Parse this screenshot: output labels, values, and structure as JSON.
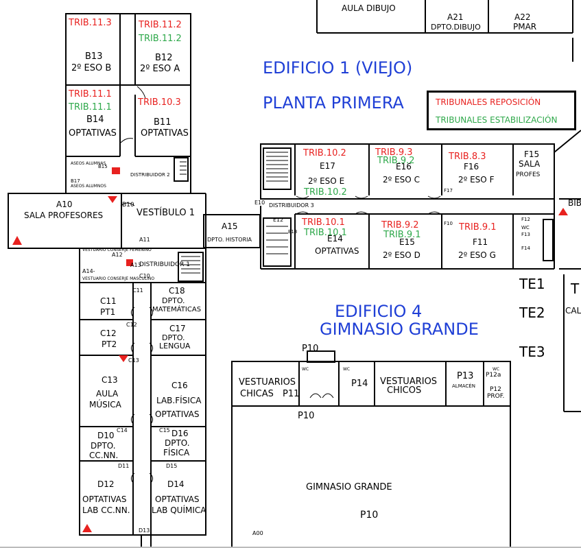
{
  "headings": {
    "edificio1": "EDIFICIO  1  (VIEJO)",
    "planta": "PLANTA  PRIMERA",
    "edificio4": "EDIFICIO  4",
    "gimnasio": "GIMNASIO  GRANDE"
  },
  "legend": {
    "reposicion": "TRIBUNALES REPOSICIÓN",
    "estabilizacion": "TRIBUNALES ESTABILIZACIÓN"
  },
  "colors": {
    "heading": "#1f3fd6",
    "reposicion": "#e8211f",
    "estabilizacion": "#2ea84a",
    "walls": "#000000",
    "marker": "#e8211f"
  },
  "rooms": {
    "aula_dibujo": "AULA DIBUJO",
    "a21": "A21",
    "dpto_dibujo": "DPTO.DIBUJO",
    "a22": "A22",
    "pmar": "PMAR",
    "b13": "B13",
    "b13_desc": "2º ESO  B",
    "b12": "B12",
    "b12_desc": "2º  ESO  A",
    "b14": "B14",
    "b14_desc": "OPTATIVAS",
    "b11": "B11",
    "b11_desc": "OPTATIVAS",
    "aseos_alumnas": "ASEOS ALUMNAS",
    "b15": "B15",
    "aseos_alumnos": "ASEOS ALUMNOS",
    "b17": "B17",
    "distribuidor2": "DISTRIBUIDOR 2",
    "b10": "B10",
    "a10": "A10",
    "sala_profesores": "SALA PROFESORES",
    "vestibulo": "VESTÍBULO  1",
    "a15": "A15",
    "dpto_historia": "DPTO. HISTORIA",
    "e10": "E10",
    "distribuidor3": "DISTRIBUIDOR 3",
    "e17": "E17",
    "e17_desc": "2º  ESO  E",
    "e16": "E16",
    "e16_desc": "2º  ESO  C",
    "f16": "F16",
    "f16_desc": "2º  ESO  F",
    "f17": "F17",
    "f15": "F15",
    "f15_sala": "SALA",
    "f15_profes": "PROFES",
    "bib_abbr": "BIB",
    "e12": "E12",
    "e13": "E13",
    "e14": "E14",
    "e14_desc": "OPTATIVAS",
    "e15": "E15",
    "e15_desc": "2º  ESO  D",
    "f10": "F10",
    "f11": "F11",
    "f11_desc": "2º  ESO  G",
    "f12": "F12",
    "f13": "F13",
    "f14": "F14",
    "wc": "WC",
    "a11": "A11",
    "vest_conserje_fem": "VESTUARIO CONSERJE FEMENINO",
    "a12": "A12",
    "a13": "A13",
    "distribuidor1": "DISTRIBUIDOR 1",
    "a14": "A14-",
    "vest_conserje_masc": "VESTUARIO CONSERJE MASCULINO",
    "c10": "C10",
    "c11_door": "C11",
    "c11": "C11",
    "pt1": "PT1",
    "c18": "C18",
    "dpto_mat": "DPTO.",
    "matematicas": "MATEMÁTICAS",
    "c12_door": "C12",
    "c12": "C12",
    "pt2": "PT2",
    "c17": "C17",
    "dpto_len": "DPTO.",
    "lengua": "LENGUA",
    "c13_door": "C13",
    "c13": "C13",
    "aula": "AULA",
    "musica": "MÚSICA",
    "c16": "C16",
    "lab_fisica": "LAB.FÍSICA",
    "optativas_c16": "OPTATIVAS",
    "c14": "C14",
    "c15": "C15",
    "d10": "D10",
    "dpto_ccnn": "DPTO.",
    "ccnn": "CC.NN.",
    "d16": "D16",
    "dpto_fis": "DPTO.",
    "fisica": "FÍSICA",
    "d11": "D11",
    "d15": "D15",
    "d12": "D12",
    "optativas_d12": "OPTATIVAS",
    "lab_ccnn": "LAB CC.NN.",
    "d14": "D14",
    "optativas_d14": "OPTATIVAS",
    "lab_quimica": "LAB QUÍMICA",
    "d13": "D13",
    "te1": "TE1",
    "te2": "TE2",
    "te3": "TE3",
    "cal_abbr": "CAL",
    "t_abbr": "T",
    "p10_top": "P10",
    "p10_mid": "P10",
    "vest_chicas": "VESTUARIOS",
    "chicas": "CHICAS",
    "p11": "P11",
    "p14": "P14",
    "vest_chicos": "VESTUARIOS",
    "chicos": "CHICOS",
    "p13": "P13",
    "almacen": "ALMACÉN",
    "p12a": "P12a",
    "p12": "P12",
    "prof": "PROF.",
    "gimnasio_grande": "GIMNASIO  GRANDE",
    "p10_big": "P10",
    "a00": "A00"
  },
  "tribunals": {
    "reposicion": [
      "TRIB.11.3",
      "TRIB.11.2",
      "TRIB.11.1",
      "TRIB.10.3",
      "TRIB.10.2",
      "TRIB.9.3",
      "TRIB.8.3",
      "TRIB.10.1",
      "TRIB.9.2",
      "TRIB.9.1"
    ],
    "estabilizacion": [
      "TRIB.11.2",
      "TRIB.11.1",
      "TRIB.9.2",
      "TRIB.10.2",
      "TRIB.10.1",
      "TRIB.9.1"
    ]
  }
}
